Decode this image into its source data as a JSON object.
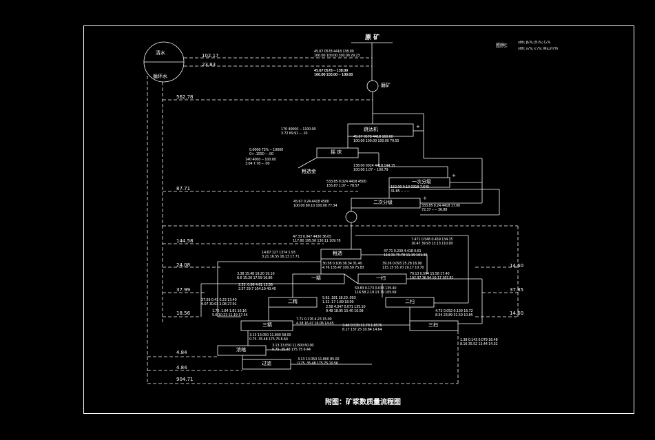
{
  "caption": "附图：矿浆数质量流程图",
  "legend": {
    "label": "图例：",
    "row1": "γt/h;  β₁%;  β'₁%;  C₁%",
    "row2": "γt/h;  ε₁%;  ε'₁%;  W₁L/m³/h"
  },
  "nodes": {
    "raw_ore": "原 矿",
    "fresh_water": "清水",
    "recycle_water": "循环水",
    "grinding": "磨矿",
    "jig": "跳汰机",
    "table": "摇 床",
    "coarse_product": "粗选金",
    "classify1": "一次分级",
    "classify2": "二次分级",
    "rougher": "粗选",
    "cleaner1": "一精",
    "scav1": "一扫",
    "cleaner2": "二精",
    "scav2": "二扫",
    "cleaner3": "三精",
    "scav3": "三扫",
    "thicken": "浓缩",
    "filter": "过滤"
  },
  "water_values": [
    "102.17",
    "23.83",
    "562.78",
    "87.71",
    "144.58",
    "24.08",
    "37.99",
    "18.56",
    "4.84",
    "4.84",
    "904.71"
  ],
  "right_values": [
    "14.60",
    "37.85",
    "14.60"
  ],
  "flow_labels": [
    "45.67  0578  4418  138.00",
    "100.00 100.00 100.00 29.23",
    "45.67 0578  --  138.00",
    "100.00 100.00  --  100.00",
    "45.67 0578  --  138.00",
    "100.00 100.00  --  100.00",
    "170  40000  --  1100.00",
    "3.72  69.91  --  .10",
    "45.67 0578  4418  160.00",
    "100.00 100.00 100.00 79.55",
    "0.0000  73%  --  10000",
    "0+  .1550  --  .00",
    "140  4000  --  100.00",
    "3.04  7.78  --  .00",
    "138.00 0024  4418  144.15",
    "100.00  1.07  --  100.79",
    "533.85 0.024  4418  4500",
    "155.87  1.07  --  78.57",
    "152.00 0.10  0318  7.645",
    "31.85  --  --  --",
    "45.67 0.24  4418  4500",
    "100.00 89.10 100.00 77.34",
    "333.85 0.24  4418  17.00",
    "72.37  --  --  36.88",
    "47.33 0.047 4430 36.05",
    "117.80 195.56 130.11 109.78",
    "7.471 0.546 0.459 134.15",
    "16.47  39.93  13.13  110.00",
    "14.67  127  1374  1.93",
    "3.21  16.55  16.13  17.71",
    "47.71  0.239  4.418  0.61",
    "114.31  75.78  11.19  101.30",
    "30.58  0.106  36.34  31.40",
    "4.76  135.47  100.59  75.83",
    "39.26  0.093  25.28  16.90",
    "115.15  55.70  19.17  10.70",
    "3.38  15.48  19.20  19.10",
    "6.6  15.26  17.59  16.86",
    "70.13  0.594  15.58  17.40",
    "102.97  36.94  10.17  167.81",
    "2.33  .0.86  4.61  13.58",
    "2.57  29.7  104.10  40.40",
    "50.83  0.173  0.033  135.40",
    "116.58  2.19  13.79  105.69",
    "5.62  .181  18.20  .093",
    "1.32  .17  1.89  18.99",
    "37.59  0.41  0.23  13.40",
    "4.07  30.03  2.08  27.91",
    "2.58  4.347  0.071  135.10",
    "9.48  18.95  15.40  16.08",
    "3.48  0.539  11.70  1.8576",
    "6.17  137.25  10.84  14.64",
    "1.76  .1.84  1.81  16.16",
    "5.6  10.23  11.19  17.54",
    "7.71  0.176  4.23  15.00",
    "4.28  16.47  16.06  14.45",
    "3.13  13.050  11.800  58.00",
    "0.75  .35.48  175.75  6.64",
    "3.13  13.050  11.800  60.00",
    "0.75  .35.48  175.75  6.44",
    "3.13  13.050  11.800  85.00",
    "0.75  .35.48  175.75  10.56",
    "1.38  0.143  0.079  16.48",
    "8.16  35.52  13.44  14.32",
    "4.73  0.052  0.139  16.72",
    "8.54  23.89  31.50  10.85"
  ]
}
